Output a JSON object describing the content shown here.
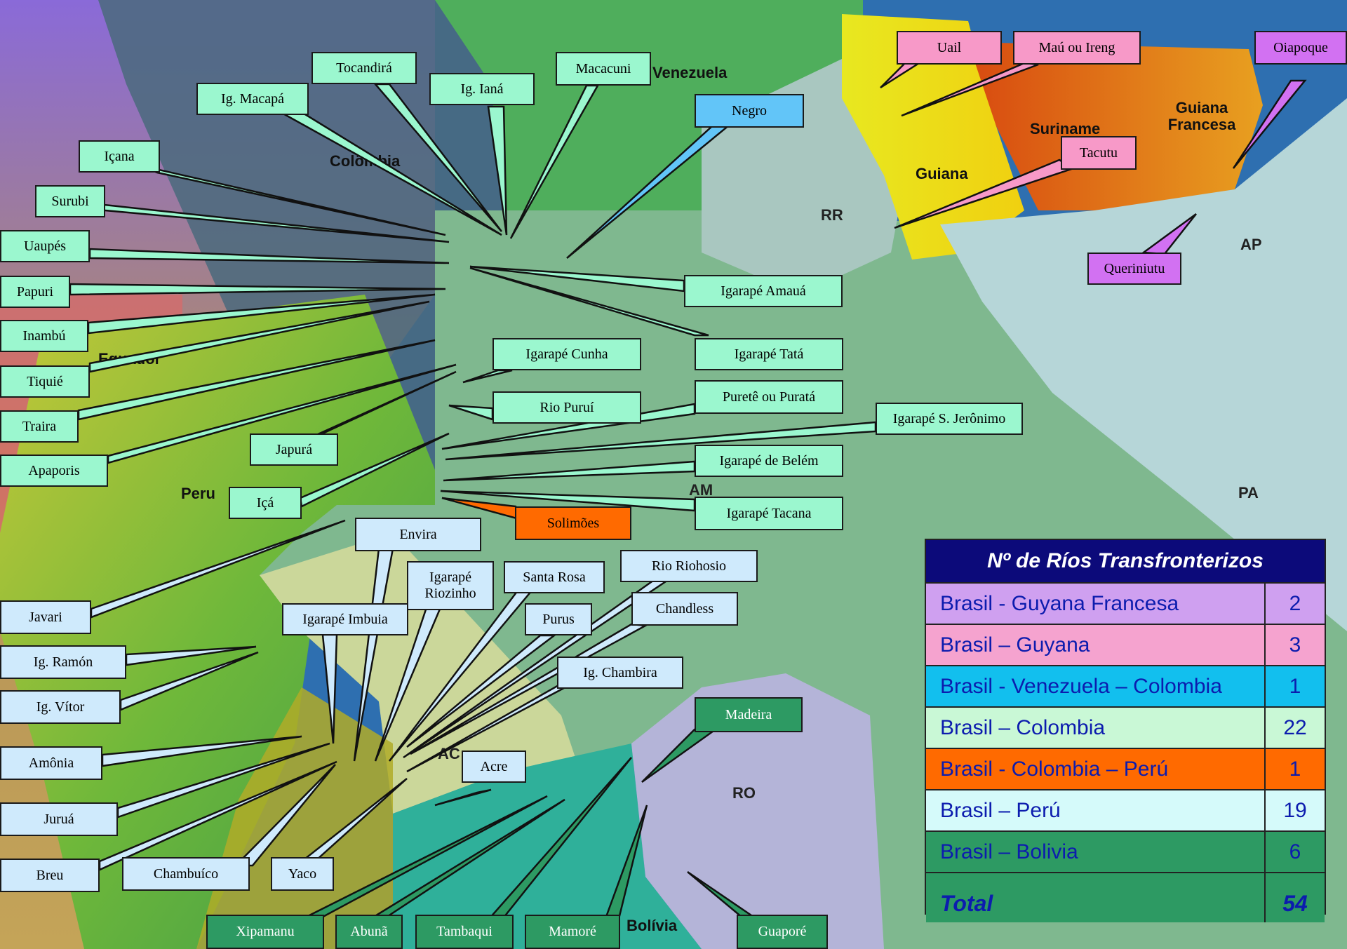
{
  "countries": {
    "venezuela": "Venezuela",
    "colombia": "Colômbia",
    "suriname": "Suriname",
    "guiana_francesa": "Guiana Francesa",
    "guiana": "Guiana",
    "equador": "Equador",
    "peru": "Peru",
    "bolivia": "Bolívia"
  },
  "states": {
    "rr": "RR",
    "ap": "AP",
    "am": "AM",
    "pa": "PA",
    "ro": "RO",
    "ac": "AC"
  },
  "rivers": {
    "tocandira": "Tocandirá",
    "ig_macapa": "Ig. Macapá",
    "ig_iana": "Ig. Ianá",
    "macacuni": "Macacuni",
    "icana": "Içana",
    "surubi": "Surubi",
    "uaupes": "Uaupés",
    "papuri": "Papuri",
    "inambu": "Inambú",
    "tiquie": "Tiquié",
    "traira": "Traira",
    "apaporis": "Apaporis",
    "japura": "Japurá",
    "ica": "Içá",
    "igarape_amaua": "Igarapé Amauá",
    "igarape_cunha": "Igarapé Cunha",
    "igarape_tata": "Igarapé Tatá",
    "rio_purui": "Rio Puruí",
    "purete_ou_purata": "Puretê ou Puratá",
    "igarape_s_jeronimo": "Igarapé S. Jerônimo",
    "igarape_de_belem": "Igarapé de Belém",
    "igarape_tacana": "Igarapé Tacana",
    "negro": "Negro",
    "solimoes": "Solimões",
    "uail": "Uail",
    "mau_ou_ireng": "Maú ou Ireng",
    "tacutu": "Tacutu",
    "oiapoque": "Oiapoque",
    "queriniutu": "Queriniutu",
    "envira": "Envira",
    "igarape_riozinho": "Igarapé Riozinho",
    "santa_rosa": "Santa Rosa",
    "rio_riohosio": "Rio Riohosio",
    "igarape_imbuia": "Igarapé Imbuia",
    "purus": "Purus",
    "chandless": "Chandless",
    "ig_chambira": "Ig. Chambira",
    "javari": "Javari",
    "ig_ramon": "Ig. Ramón",
    "ig_vitor": "Ig. Vítor",
    "amonia": "Amônia",
    "jurua": "Juruá",
    "breu": "Breu",
    "chambuico": "Chambuíco",
    "yaco": "Yaco",
    "acre": "Acre",
    "madeira": "Madeira",
    "xipamanu": "Xipamanu",
    "abuna": "Abunã",
    "tambaqui": "Tambaqui",
    "mamore": "Mamoré",
    "guapore": "Guaporé"
  },
  "legend": {
    "title": "Nº de Ríos Transfronterizos",
    "rows": [
      {
        "name": "Brasil - Guyana Francesa",
        "count": "2",
        "color": "#cfa0f0"
      },
      {
        "name": "Brasil – Guyana",
        "count": "3",
        "color": "#f5a3cf"
      },
      {
        "name": "Brasil - Venezuela – Colombia",
        "count": "1",
        "color": "#12bfee"
      },
      {
        "name": "Brasil – Colombia",
        "count": "22",
        "color": "#c9f8d6"
      },
      {
        "name": "Brasil - Colombia – Perú",
        "count": "1",
        "color": "#ff6a00"
      },
      {
        "name": "Brasil – Perú",
        "count": "19",
        "color": "#d5fafa"
      },
      {
        "name": "Brasil – Bolivia",
        "count": "6",
        "color": "#2d9a63"
      }
    ],
    "total_label": "Total",
    "total_value": "54",
    "total_color": "#2d9a63"
  }
}
